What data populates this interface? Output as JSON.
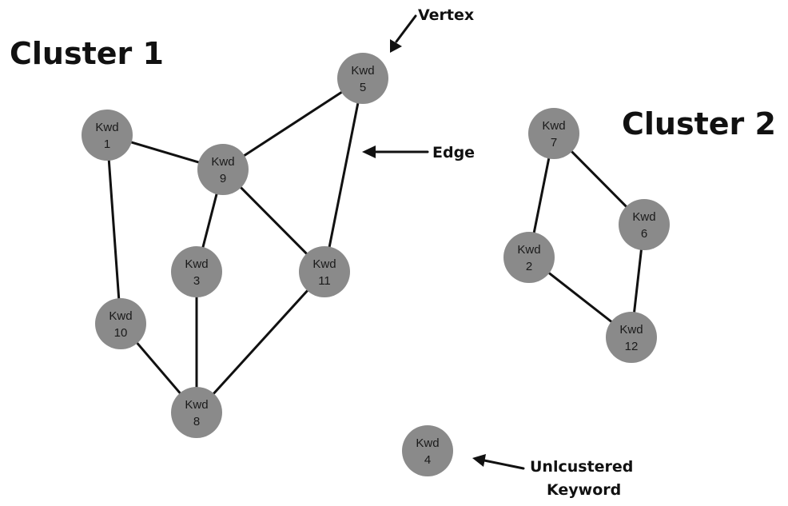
{
  "clusters": [
    {
      "id": "cluster-1",
      "title": "Cluster 1"
    },
    {
      "id": "cluster-2",
      "title": "Cluster 2"
    }
  ],
  "nodes": [
    {
      "id": "kwd1",
      "line1": "Kwd",
      "line2": "1"
    },
    {
      "id": "kwd5",
      "line1": "Kwd",
      "line2": "5"
    },
    {
      "id": "kwd9",
      "line1": "Kwd",
      "line2": "9"
    },
    {
      "id": "kwd3",
      "line1": "Kwd",
      "line2": "3"
    },
    {
      "id": "kwd11",
      "line1": "Kwd",
      "line2": "11"
    },
    {
      "id": "kwd10",
      "line1": "Kwd",
      "line2": "10"
    },
    {
      "id": "kwd8",
      "line1": "Kwd",
      "line2": "8"
    },
    {
      "id": "kwd7",
      "line1": "Kwd",
      "line2": "7"
    },
    {
      "id": "kwd6",
      "line1": "Kwd",
      "line2": "6"
    },
    {
      "id": "kwd2",
      "line1": "Kwd",
      "line2": "2"
    },
    {
      "id": "kwd12",
      "line1": "Kwd",
      "line2": "12"
    },
    {
      "id": "kwd4",
      "line1": "Kwd",
      "line2": "4"
    }
  ],
  "edges": [
    [
      "kwd1",
      "kwd9"
    ],
    [
      "kwd1",
      "kwd10"
    ],
    [
      "kwd5",
      "kwd9"
    ],
    [
      "kwd5",
      "kwd11"
    ],
    [
      "kwd9",
      "kwd3"
    ],
    [
      "kwd9",
      "kwd11"
    ],
    [
      "kwd3",
      "kwd8"
    ],
    [
      "kwd10",
      "kwd8"
    ],
    [
      "kwd11",
      "kwd8"
    ],
    [
      "kwd7",
      "kwd6"
    ],
    [
      "kwd7",
      "kwd2"
    ],
    [
      "kwd6",
      "kwd12"
    ],
    [
      "kwd2",
      "kwd12"
    ]
  ],
  "annotations": {
    "vertex": {
      "label": "Vertex"
    },
    "edge": {
      "label": "Edge"
    },
    "unclustered": {
      "line1": "Unlcustered",
      "line2": "Keyword"
    }
  },
  "colors": {
    "node_fill": "#8a8a8a",
    "line": "#111111",
    "text": "#1a1a1a",
    "background": "#ffffff"
  }
}
